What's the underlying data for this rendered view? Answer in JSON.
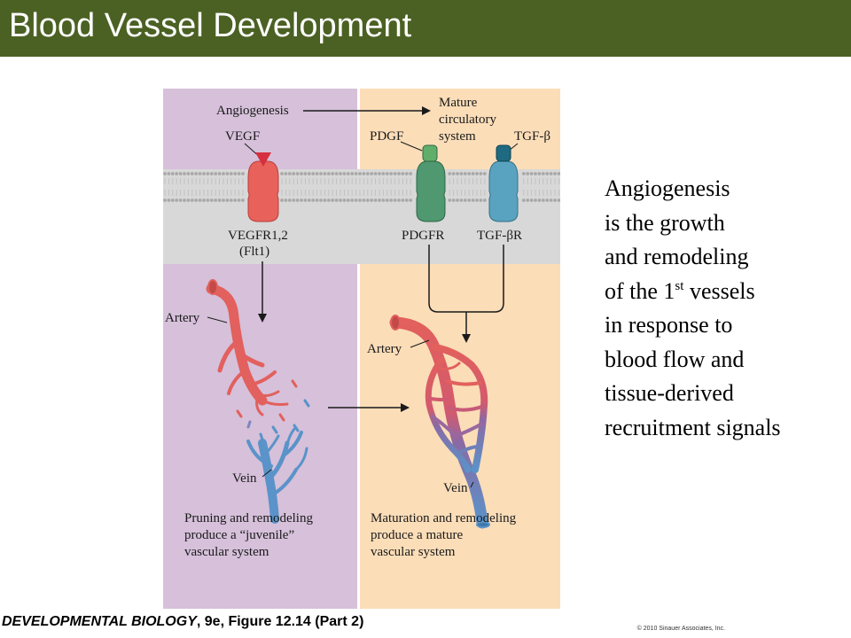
{
  "slide": {
    "title": "Blood Vessel Development"
  },
  "figure": {
    "angiogenesis_label": "Angiogenesis",
    "mature_system_lines": [
      "Mature",
      "circulatory",
      "system"
    ],
    "vegf_label": "VEGF",
    "pdgf_label": "PDGF",
    "tgfb_label": "TGF-β",
    "vegfr_lines": [
      "VEGFR1,2",
      "(Flt1)"
    ],
    "pdgfr_label": "PDGFR",
    "tgfbr_label": "TGF-βR",
    "left_artery_label": "Artery",
    "left_vein_label": "Vein",
    "right_artery_label": "Artery",
    "right_vein_label": "Vein",
    "left_caption_lines": [
      "Pruning and remodeling",
      "produce a “juvenile”",
      "vascular system"
    ],
    "right_caption_lines": [
      "Maturation and remodeling",
      "produce a mature",
      "vascular system"
    ],
    "colors": {
      "left_panel": "#d6c0da",
      "right_panel": "#fbddb8",
      "membrane_band": "#d8d8d8",
      "vegfr": "#e8615a",
      "pdgfr": "#4f9870",
      "tgfbr": "#5aa3c0",
      "artery": "#e2605d",
      "vein": "#5a93c9"
    }
  },
  "side_text": {
    "line1": "Angiogenesis",
    "line2": "is the growth",
    "line3": "and remodeling",
    "line4_pre": "of the 1",
    "line4_sup": "st",
    "line4_post": " vessels",
    "line5": "in response to",
    "line6": "blood flow and",
    "line7": "tissue-derived",
    "line8": "recruitment signals"
  },
  "footer": {
    "source_italic": "DEVELOPMENTAL BIOLOGY",
    "source_rest": ", 9e, Figure 12.14 (Part 2)",
    "copyright": "© 2010 Sinauer Associates, Inc."
  }
}
